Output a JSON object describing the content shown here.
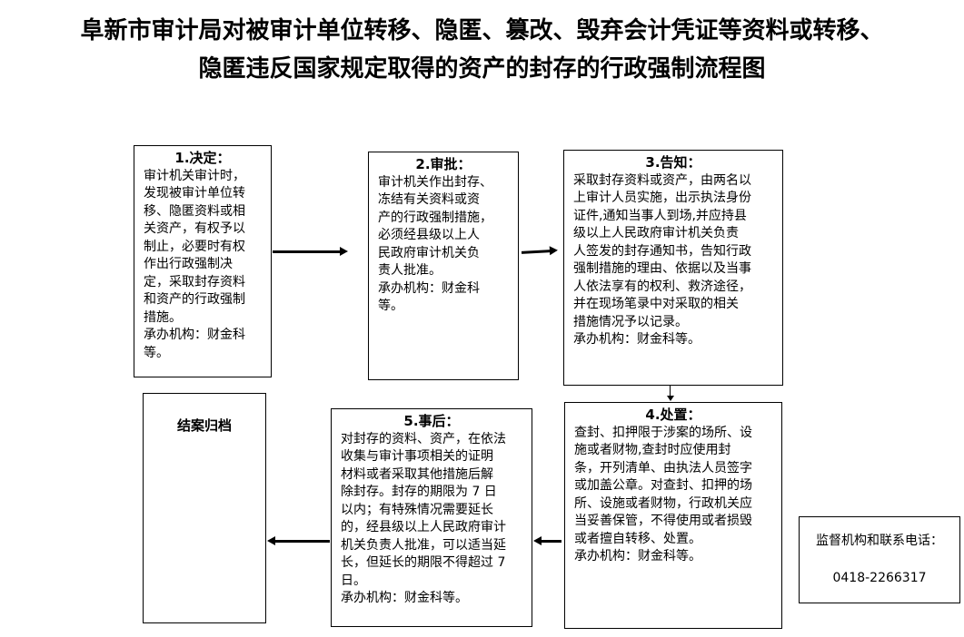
{
  "title": {
    "line1": "阜新市审计局对被审计单位转移、隐匿、篡改、毁弃会计凭证等资料或转移、",
    "line2": "隐匿违反国家规定取得的资产的封存的行政强制流程图"
  },
  "steps": [
    {
      "heading": "1.决定：",
      "lines": [
        "审计机关审计时，",
        "发现被审计单位转",
        "移、隐匿资料或相",
        "关资产，有权予以",
        "制止，必要时有权",
        "作出行政强制决",
        "定，采取封存资料",
        "和资产的行政强制",
        "措施。",
        "承办机构：财金科",
        "等。"
      ]
    },
    {
      "heading": "2.审批：",
      "lines": [
        "审计机关作出封存、",
        "冻结有关资料或资",
        "产的行政强制措施，",
        "必须经县级以上人",
        "民政府审计机关负",
        "责人批准。",
        "承办机构：财金科",
        "等。"
      ]
    },
    {
      "heading": "3.告知：",
      "lines": [
        "采取封存资料或资产，由两名以",
        "上审计人员实施，出示执法身份",
        "证件,通知当事人到场,并应持县",
        "级以上人民政府审计机关负责",
        "人签发的封存通知书，告知行政",
        "强制措施的理由、依据以及当事",
        "人依法享有的权利、救济途径，",
        "并在现场笔录中对采取的相关",
        "措施情况予以记录。",
        "承办机构：财金科等。"
      ]
    },
    {
      "heading": "4.处置：",
      "lines": [
        "查封、扣押限于涉案的场所、设",
        "施或者财物,查封时应使用封",
        "条，开列清单、由执法人员签字",
        "或加盖公章。对查封、扣押的场",
        "所、设施或者财物，行政机关应",
        "当妥善保管，不得使用或者损毁",
        "或者擅自转移、处置。",
        "承办机构：财金科等。"
      ]
    },
    {
      "heading": "5.事后：",
      "lines": [
        "对封存的资料、资产，在依法",
        "收集与审计事项相关的证明",
        "材料或者采取其他措施后解",
        "除封存。封存的期限为 7 日",
        "以内；有特殊情况需要延长",
        "的，经县级以上人民政府审计",
        "机关负责人批准，可以适当延",
        "长，但延长的期限不得超过 7",
        "日。",
        "承办机构：财金科等。"
      ]
    }
  ],
  "end": {
    "label": "结案归档"
  },
  "contact": {
    "label": "监督机构和联系电话：",
    "phone": "0418-2266317"
  }
}
